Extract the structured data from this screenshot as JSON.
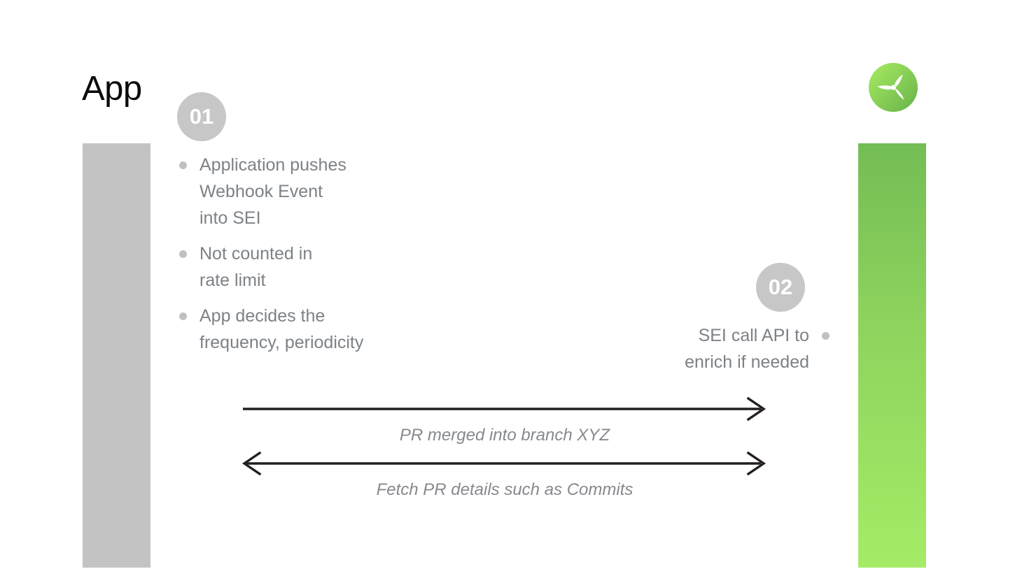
{
  "slide": {
    "title": "App",
    "background_color": "#ffffff"
  },
  "colors": {
    "title_text": "#0b0b0b",
    "body_text": "#7d8287",
    "label_text": "#86898d",
    "badge_fill": "#c7c7c7",
    "badge_text": "#ffffff",
    "bullet_dot": "#c0c0c0",
    "lifeline_left": "#c3c3c3",
    "lifeline_right_top": "#73bd55",
    "lifeline_right_bottom": "#a4ec67",
    "arrow_stroke": "#231f20",
    "logo_green_light": "#a5e95f",
    "logo_green_dark": "#6eb84e"
  },
  "logo": {
    "icon": "propeller-icon",
    "shape": "three-blade-propeller-in-green-circle"
  },
  "lifelines": {
    "left": {
      "name": "app-lifeline"
    },
    "right": {
      "name": "sei-lifeline"
    }
  },
  "steps": [
    {
      "badge": "01",
      "side": "left",
      "bullets": [
        "Application pushes\nWebhook Event\ninto SEI",
        "Not counted in\nrate limit",
        "App decides the\nfrequency, periodicity"
      ]
    },
    {
      "badge": "02",
      "side": "right",
      "bullets": [
        "SEI call API to\nenrich if needed"
      ]
    }
  ],
  "messages": [
    {
      "label": "PR merged into branch XYZ",
      "direction": "right",
      "name": "message-pr-merged"
    },
    {
      "label": "Fetch PR details such as Commits",
      "direction": "both",
      "name": "message-fetch-pr-details"
    }
  ]
}
